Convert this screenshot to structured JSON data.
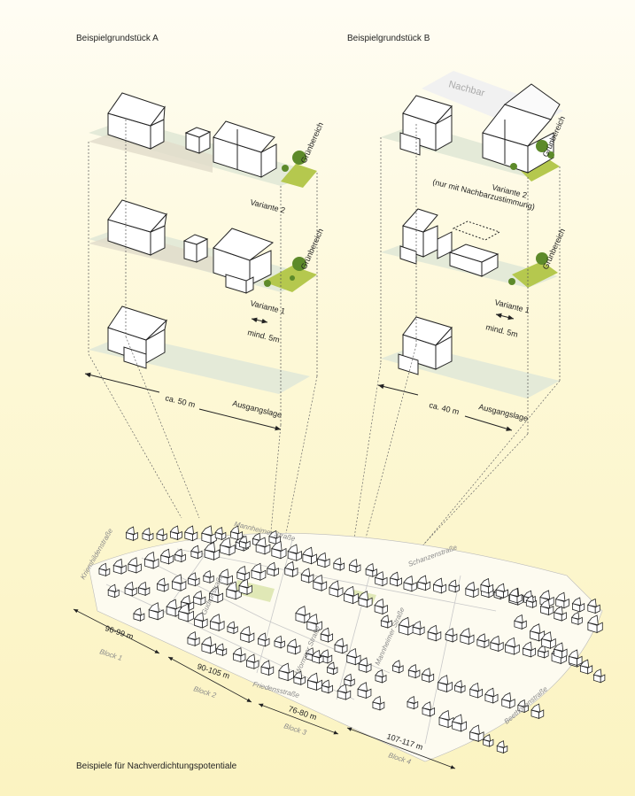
{
  "header": {
    "title_a": "Beispielgrundstück A",
    "title_b": "Beispielgrundstück B"
  },
  "footer": {
    "caption": "Beispiele für Nachverdichtungspotentiale"
  },
  "plot_a": {
    "variants": [
      "Variante 2",
      "Variante 1",
      "Ausgangslage"
    ],
    "green_label": "Grünbereich",
    "min_distance": "mind. 5m",
    "width": "ca. 50 m"
  },
  "plot_b": {
    "neighbor": "Nachbar",
    "variants": [
      "Variante 2",
      "Variante 1",
      "Ausgangslage"
    ],
    "variant2_note": "(nur mit Nachbarzustimmung)",
    "green_label": "Grünbereich",
    "min_distance": "mind. 5m",
    "width": "ca. 40 m"
  },
  "map": {
    "streets": [
      "Mannheimer Straße",
      "Kriemhildenstraße",
      "Gudrunstraße",
      "Wormser Straße",
      "Schanzenstraße",
      "Mannheimer Straße",
      "Friedensstraße",
      "Beethovenstraße"
    ],
    "blocks": [
      {
        "name": "Block 1",
        "size": "96-99 m"
      },
      {
        "name": "Block 2",
        "size": "90-105 m"
      },
      {
        "name": "Block 3",
        "size": "76-80 m"
      },
      {
        "name": "Block 4",
        "size": "107-117 m"
      }
    ]
  },
  "colors": {
    "green": "#b5c84e",
    "tree": "#5d8a2a",
    "ground": "#e4ead8",
    "path": "#e1dccb",
    "neighbor": "#f1f1f1"
  }
}
